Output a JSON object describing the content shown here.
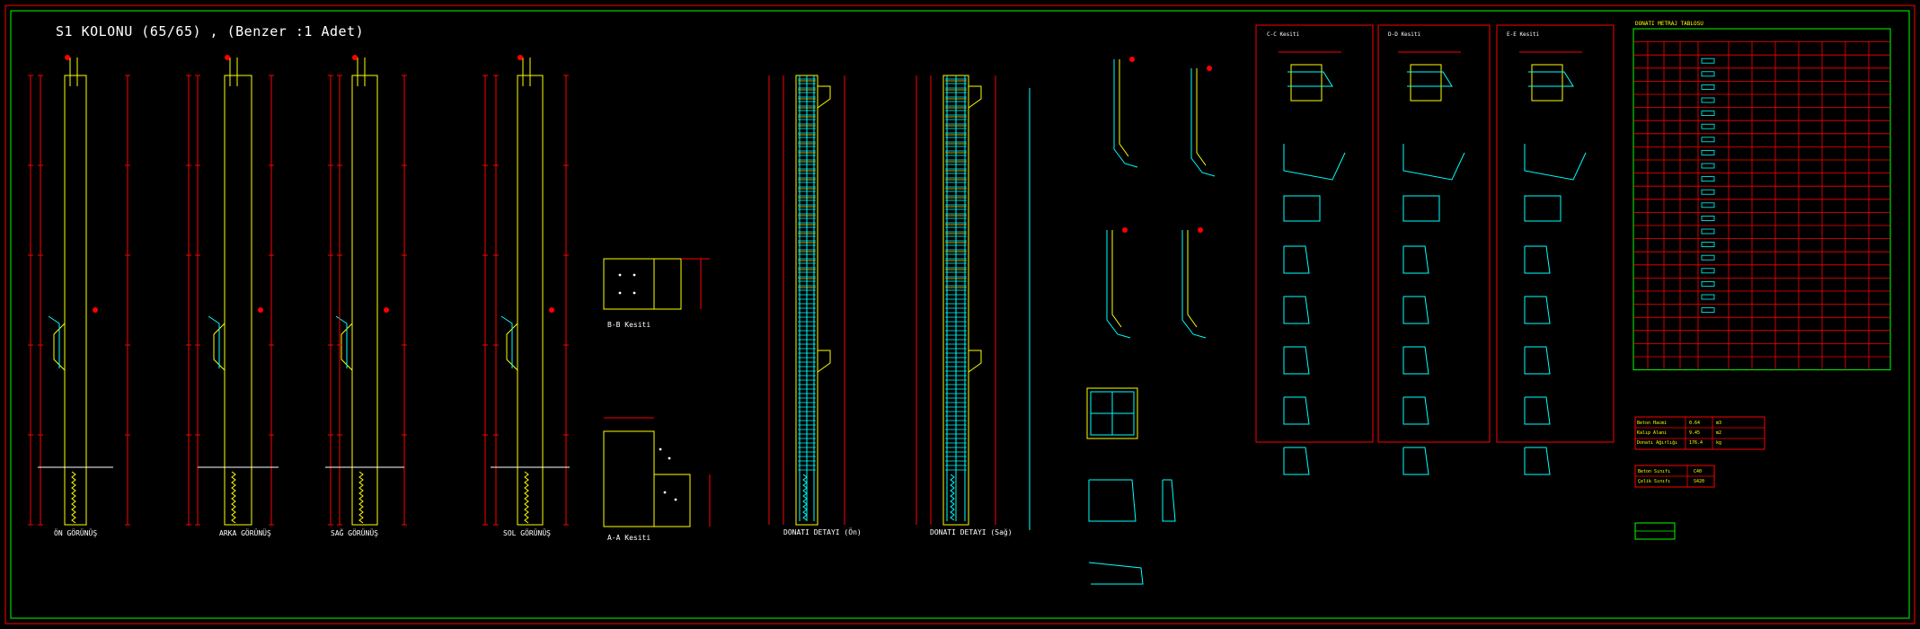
{
  "drawing": {
    "title": "S1 KOLONU (65/65) , (Benzer :1 Adet)",
    "elevations": [
      {
        "label": "ÖN GÖRÜNÜŞ"
      },
      {
        "label": "ARKA GÖRÜNÜŞ"
      },
      {
        "label": "SAĞ GÖRÜNÜŞ"
      },
      {
        "label": "SOL GÖRÜNÜŞ"
      }
    ],
    "sections": [
      {
        "label": "B-B Kesiti"
      },
      {
        "label": "A-A Kesiti"
      }
    ],
    "details": [
      {
        "label": "DONATI DETAYI (Ön)"
      },
      {
        "label": "DONATI DETAYI (Sağ)"
      }
    ],
    "panels": [
      {
        "label": "C-C Kesiti"
      },
      {
        "label": "D-D Kesiti"
      },
      {
        "label": "E-E Kesiti"
      }
    ],
    "schedule_title": "DONATI METRAJ TABLOSU",
    "summary": [
      {
        "label": "Beton Hacmi",
        "value": "0.64",
        "unit": "m3"
      },
      {
        "label": "Kalıp Alanı",
        "value": "9.45",
        "unit": "m2"
      },
      {
        "label": "Donatı Ağırlığı",
        "value": "176.4",
        "unit": "kg"
      }
    ],
    "concrete": {
      "label": "Beton Sınıfı",
      "value": "C40"
    },
    "steel": {
      "label": "Çelik Sınıfı",
      "value": "S420"
    }
  },
  "colors": {
    "background": "#000000",
    "outline": "#ffff00",
    "dimension": "#ff0000",
    "rebar": "#00ffff",
    "stirrup": "#ffd400",
    "border_green": "#00ff00",
    "text": "#ffffff"
  }
}
